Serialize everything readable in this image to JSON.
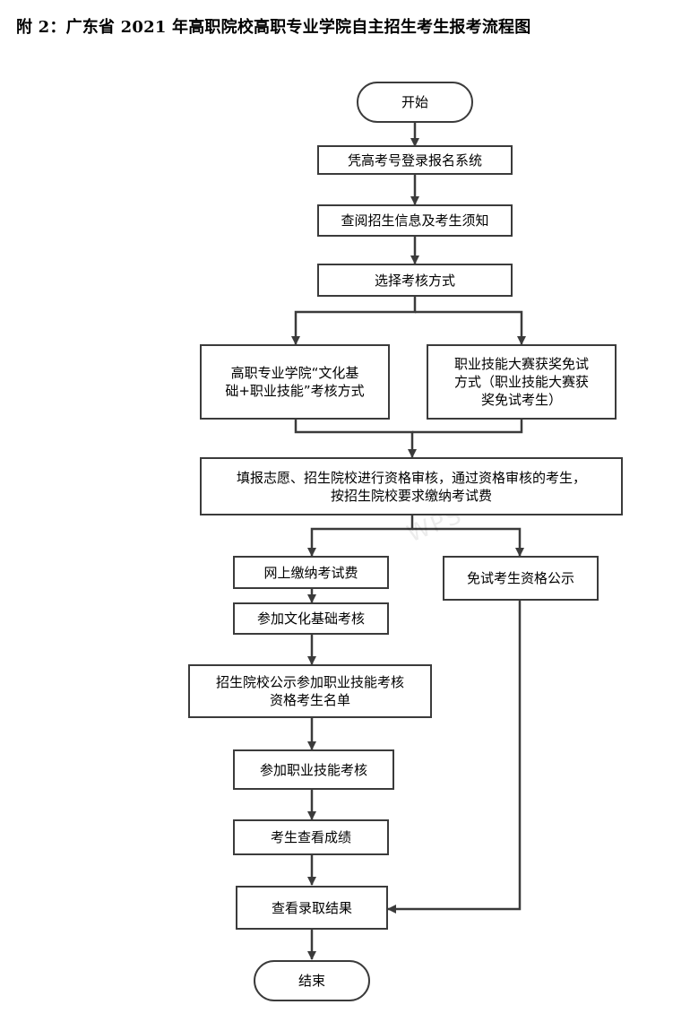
{
  "title": "附 2：广东省 2021 年高职院校高职专业学院自主招生考生报考流程图",
  "nodes": {
    "start": "开始",
    "login": "凭高考号登录报名系统",
    "info": "查阅招生信息及考生须知",
    "select": "选择考核方式",
    "mode_a": [
      "高职专业学院“文化基",
      "础+职业技能”考核方式"
    ],
    "mode_b": [
      "职业技能大赛获奖免试",
      "方式（职业技能大赛获",
      "奖免试考生）"
    ],
    "apply": [
      "填报志愿、招生院校进行资格审核，通过资格审核的考生，",
      "按招生院校要求缴纳考试费"
    ],
    "pay": "网上缴纳考试费",
    "exempt": "免试考生资格公示",
    "culture": "参加文化基础考核",
    "publish": [
      "招生院校公示参加职业技能考核",
      "资格考生名单"
    ],
    "skill": "参加职业技能考核",
    "score": "考生查看成绩",
    "result": "查看录取结果",
    "end": "结束"
  },
  "watermark": "WPS Office"
}
